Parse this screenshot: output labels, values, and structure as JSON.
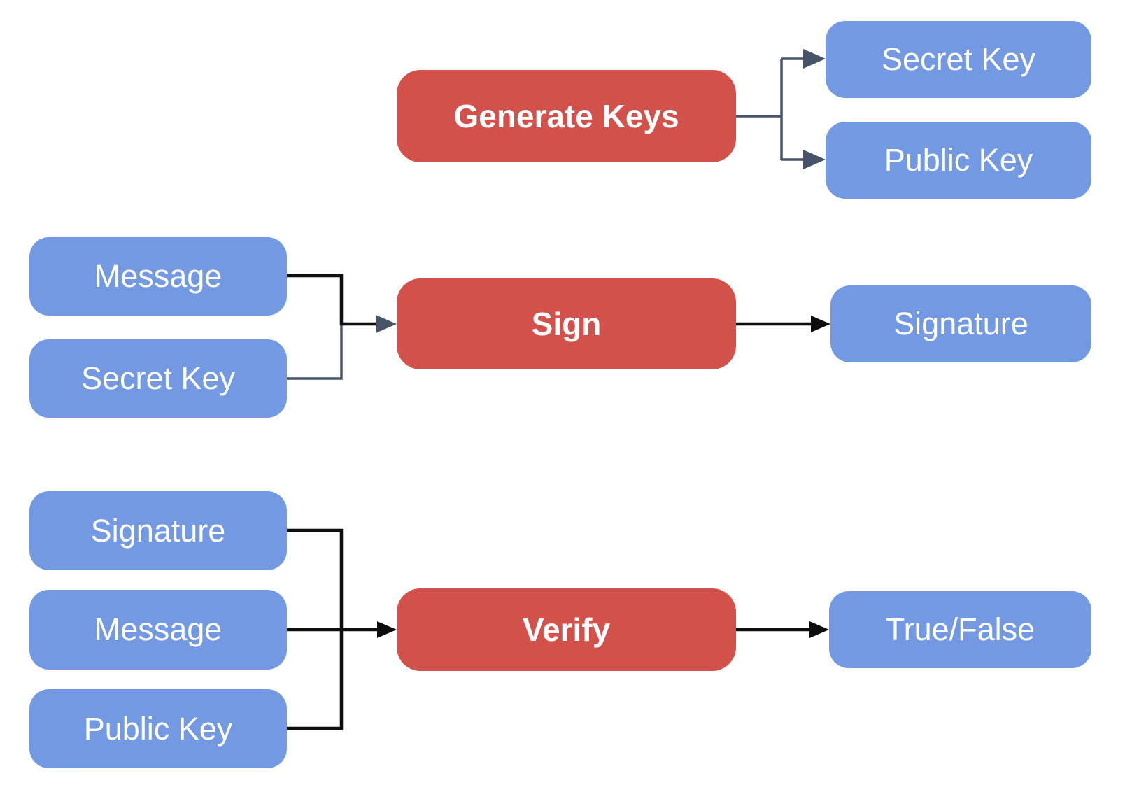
{
  "diagram": {
    "background": "#ffffff",
    "colors": {
      "process_fill": "#d2514a",
      "data_fill": "#7499e3",
      "label_text": "#ffffff",
      "connector_slate": "#475369",
      "connector_black": "#0d0d0d"
    },
    "generate_flow": {
      "process": "Generate Keys",
      "outputs": [
        "Secret Key",
        "Public Key"
      ]
    },
    "sign_flow": {
      "inputs": [
        "Message",
        "Secret Key"
      ],
      "process": "Sign",
      "output": "Signature"
    },
    "verify_flow": {
      "inputs": [
        "Signature",
        "Message",
        "Public Key"
      ],
      "process": "Verify",
      "output": "True/False"
    }
  }
}
